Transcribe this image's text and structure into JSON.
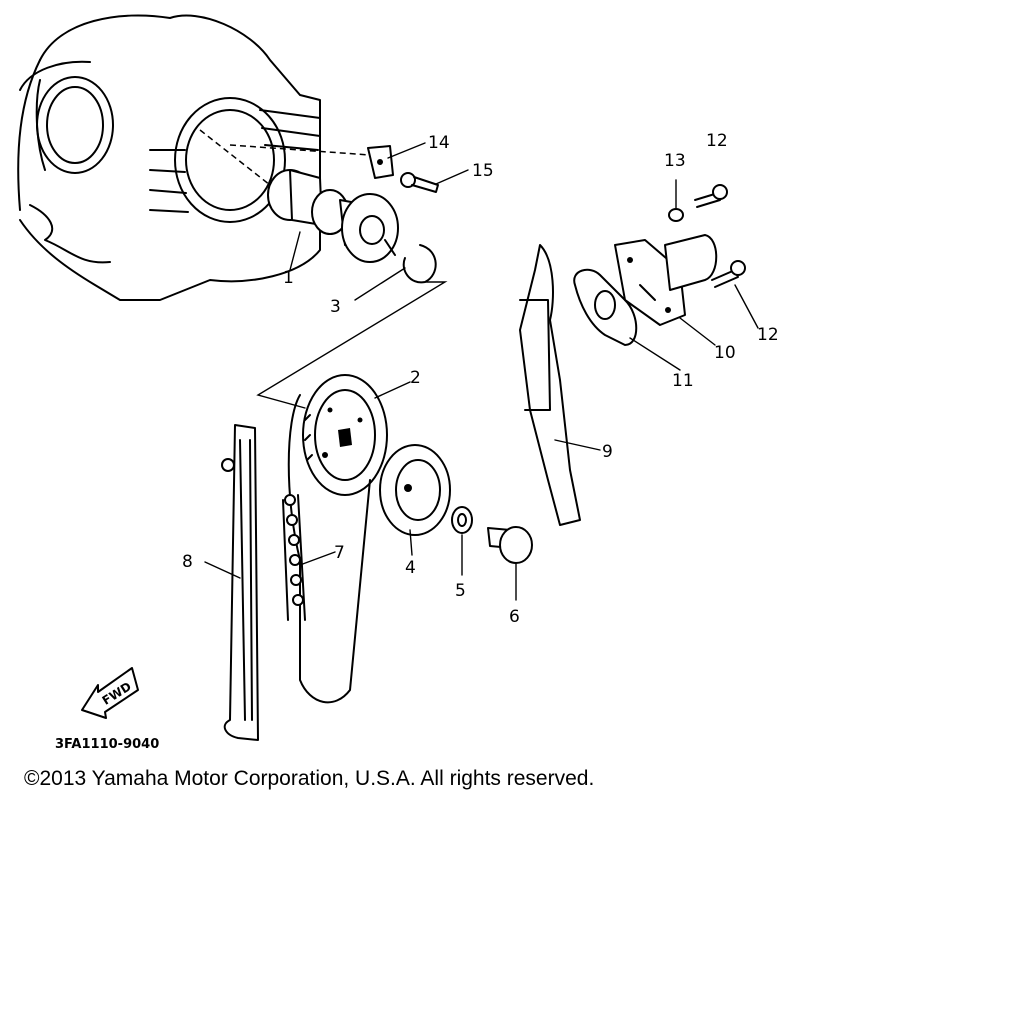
{
  "diagram": {
    "callouts": [
      {
        "id": "1",
        "text": "1"
      },
      {
        "id": "2",
        "text": "2"
      },
      {
        "id": "3",
        "text": "3"
      },
      {
        "id": "4",
        "text": "4"
      },
      {
        "id": "5",
        "text": "5"
      },
      {
        "id": "6",
        "text": "6"
      },
      {
        "id": "7",
        "text": "7"
      },
      {
        "id": "8",
        "text": "8"
      },
      {
        "id": "9",
        "text": "9"
      },
      {
        "id": "10",
        "text": "10"
      },
      {
        "id": "11",
        "text": "11"
      },
      {
        "id": "12a",
        "text": "12"
      },
      {
        "id": "12b",
        "text": "12"
      },
      {
        "id": "13",
        "text": "13"
      },
      {
        "id": "14",
        "text": "14"
      },
      {
        "id": "15",
        "text": "15"
      }
    ],
    "fwd_label": "FWD",
    "diagram_code": "3FA1110-9040"
  },
  "footer": {
    "copyright": "©2013 Yamaha Motor Corporation, U.S.A. All rights reserved."
  }
}
